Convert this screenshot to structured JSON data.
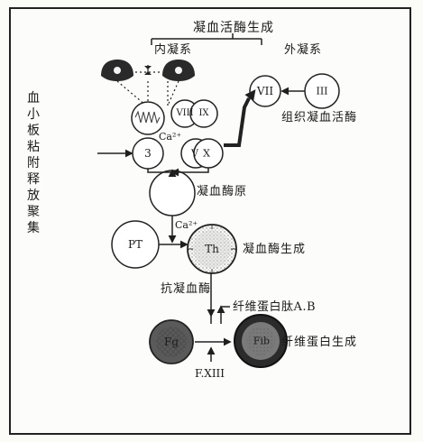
{
  "diagram": {
    "title": "凝血活酶生成",
    "pathways": {
      "intrinsic": "内凝系",
      "extrinsic": "外凝系"
    },
    "side_label": "血小板粘附释放聚集",
    "factors": {
      "f3": "3",
      "f8": "VIII",
      "f9": "IX",
      "f5": "V",
      "f10": "X",
      "f7": "VII",
      "tissue_factor": "III",
      "ca_top": "Ca²⁺",
      "ca_mid": "Ca²⁺"
    },
    "labels": {
      "tissue_thromboplastin": "组织凝血活酶",
      "prothrombin": "凝血酶原",
      "pt": "PT",
      "th": "Th",
      "thrombin_formation": "凝血酶生成",
      "antithrombin": "抗凝血酶",
      "fibrinopeptide": "纤维蛋白肽A.B",
      "fg": "Fg",
      "fib": "Fib",
      "fibrin_formation": "纤维蛋白生成",
      "fxiii": "F.XIII"
    }
  }
}
